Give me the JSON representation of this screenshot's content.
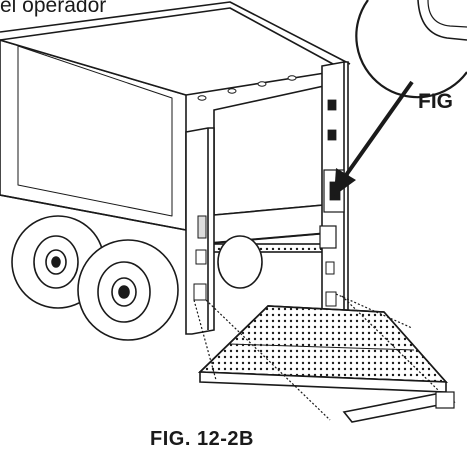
{
  "header": {
    "text": "el operador"
  },
  "callout": {
    "label": "FIG"
  },
  "caption": {
    "text": "FIG. 12-2B"
  },
  "colors": {
    "ink": "#1a1a1a",
    "paper": "#ffffff",
    "shade": "#9a9a9a"
  }
}
